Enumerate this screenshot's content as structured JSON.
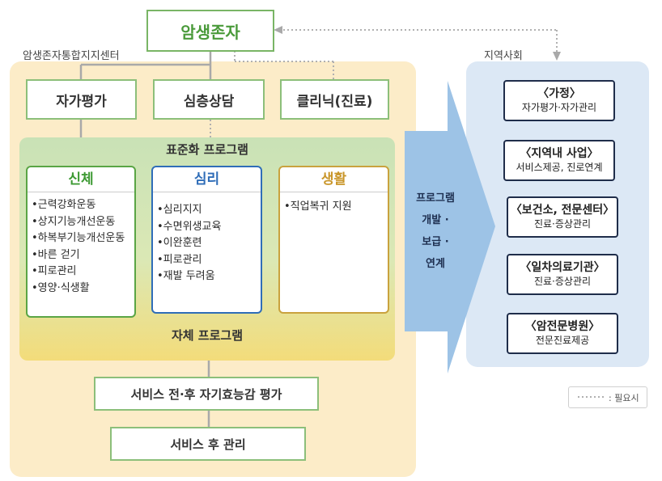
{
  "top_node": "암생존자",
  "center_label": "암생존자통합지지센터",
  "community_label": "지역사회",
  "row_boxes": [
    "자가평가",
    "심층상담",
    "클리닉(진료)"
  ],
  "standard_program": "표준화 프로그램",
  "self_program": "자체 프로그램",
  "categories": {
    "physical": {
      "title": "신체",
      "items": [
        "•근력강화운동",
        "•상지기능개선운동",
        "•하복부기능개선운동",
        "•바른 걷기",
        "•피로관리",
        "•영양·식생활"
      ]
    },
    "psych": {
      "title": "심리",
      "items": [
        "•심리지지",
        "•수면위생교육",
        "•이완훈련",
        "•피로관리",
        "•재발 두려움"
      ]
    },
    "life": {
      "title": "생활",
      "items": [
        "•직업복귀 지원"
      ]
    }
  },
  "arrow_text": [
    "프로그램",
    "개발 ·",
    "보급 ·",
    "연계"
  ],
  "eval_box": "서비스 전·후 자기효능감 평가",
  "after_box": "서비스 후 관리",
  "community": [
    {
      "title": "〈가정〉",
      "sub": "자가평가·자가관리"
    },
    {
      "title": "〈지역내 사업〉",
      "sub": "서비스제공, 진로연계"
    },
    {
      "title": "〈보건소, 전문센터〉",
      "sub": "진료·증상관리"
    },
    {
      "title": "〈일차의료기관〉",
      "sub": "진료·증상관리"
    },
    {
      "title": "〈암전문병원〉",
      "sub": "전문진료제공"
    }
  ],
  "legend": ": 필요시",
  "colors": {
    "physical": "#3e9a34",
    "psych": "#2f6db8",
    "life": "#c9962a",
    "arrow": "#9dc3e6"
  }
}
